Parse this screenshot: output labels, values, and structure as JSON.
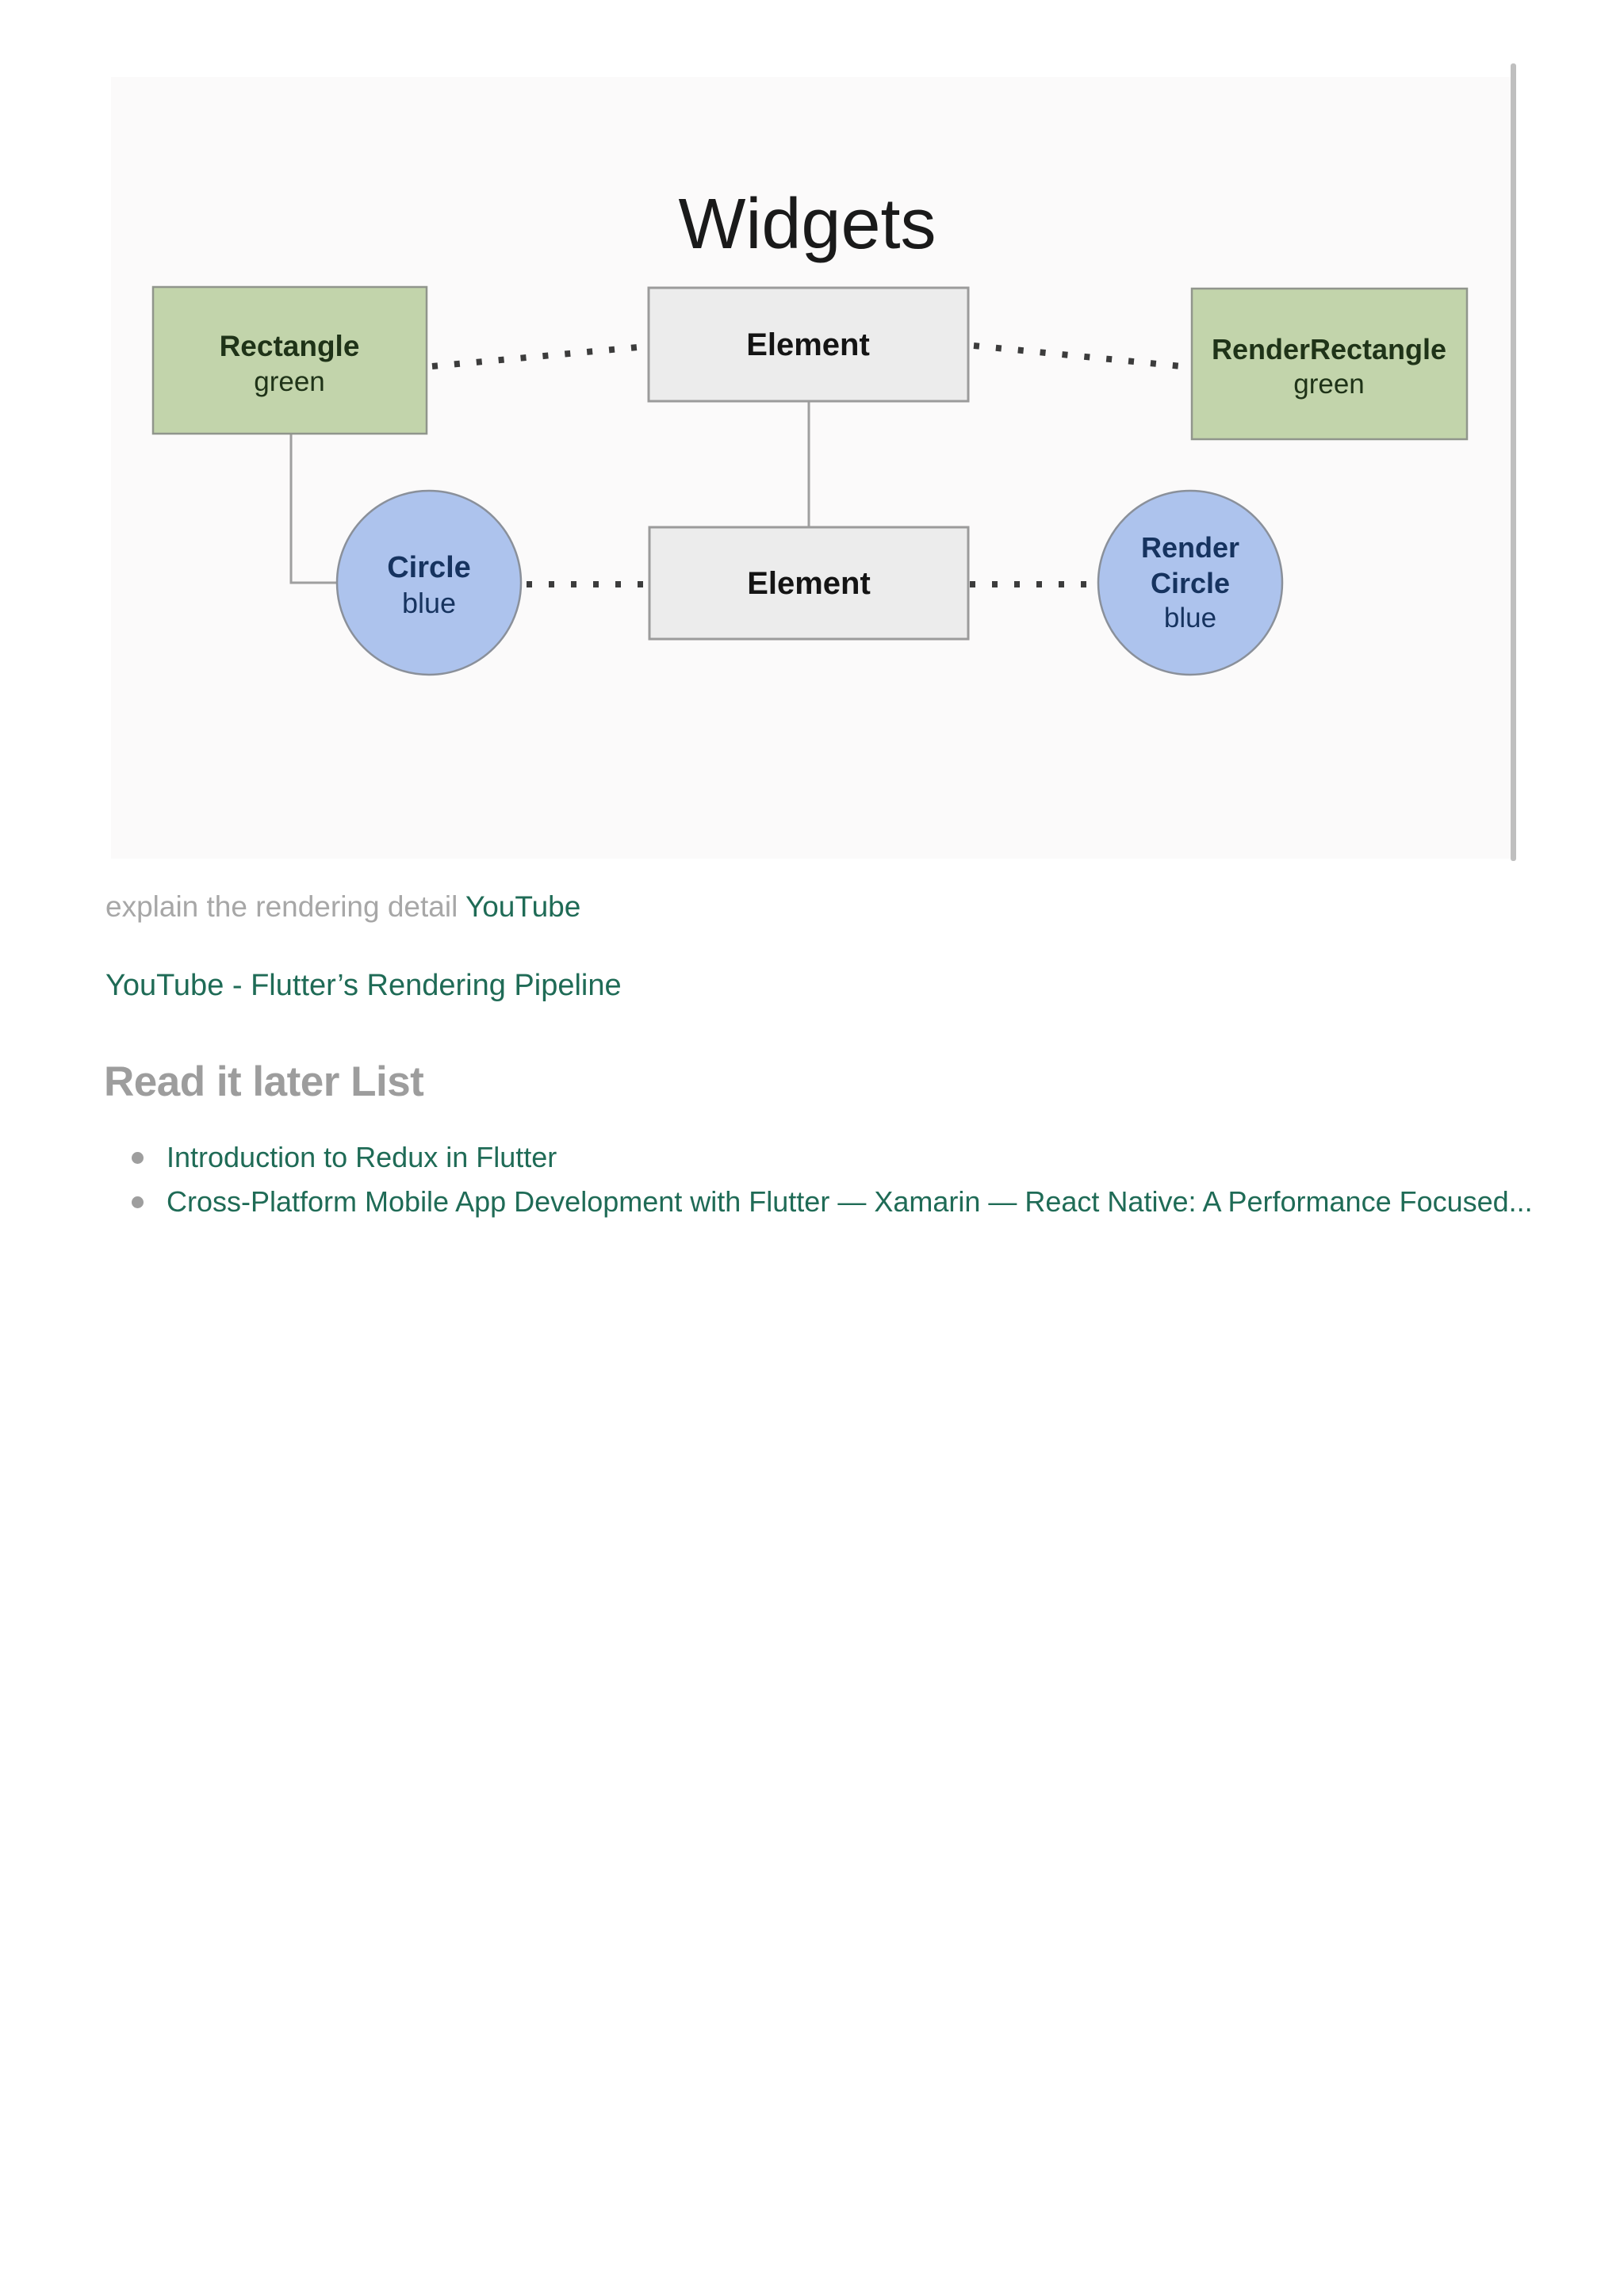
{
  "embedded_image": {
    "title": "Widgets",
    "background": "#fbfafa",
    "scrollbar_color": "#bfbfbf",
    "nodes": [
      {
        "id": "rectangle",
        "shape": "rect",
        "label": "Rectangle",
        "sublabel": "green",
        "fill": "#c2d4ab",
        "border": "#90958c",
        "text_color": "#1f3318"
      },
      {
        "id": "element-top",
        "shape": "rect",
        "label": "Element",
        "sublabel": "",
        "fill": "#ececec",
        "border": "#9b9b9b",
        "text_color": "#141414"
      },
      {
        "id": "render-rectangle",
        "shape": "rect",
        "label": "RenderRectangle",
        "sublabel": "green",
        "fill": "#c2d4ab",
        "border": "#90958c",
        "text_color": "#1f3318"
      },
      {
        "id": "circle",
        "shape": "circle",
        "label": "Circle",
        "sublabel": "blue",
        "fill": "#adc3ed",
        "border": "#8a909a",
        "text_color": "#16335f"
      },
      {
        "id": "element-bottom",
        "shape": "rect",
        "label": "Element",
        "sublabel": "",
        "fill": "#ececec",
        "border": "#9b9b9b",
        "text_color": "#141414"
      },
      {
        "id": "render-circle",
        "shape": "circle",
        "label": "Render",
        "label2": "Circle",
        "sublabel": "blue",
        "fill": "#adc3ed",
        "border": "#8a909a",
        "text_color": "#16335f"
      }
    ],
    "connector_color": "#9f9f9f",
    "dot_color": "#3c3c3c"
  },
  "note": {
    "line1_gray": "explain the rendering detail",
    "line1_link": "YouTube",
    "line2_link": "YouTube - Flutter’s Rendering Pipeline",
    "heading": "Read it later List",
    "list": [
      "Introduction to Redux in Flutter",
      "Cross-Platform Mobile App Development with Flutter — Xamarin — React Native: A Performance Focused..."
    ],
    "colors": {
      "link_green": "#1f6b56",
      "muted_gray": "#a7a7a7",
      "heading_gray": "#9d9d9d"
    }
  }
}
